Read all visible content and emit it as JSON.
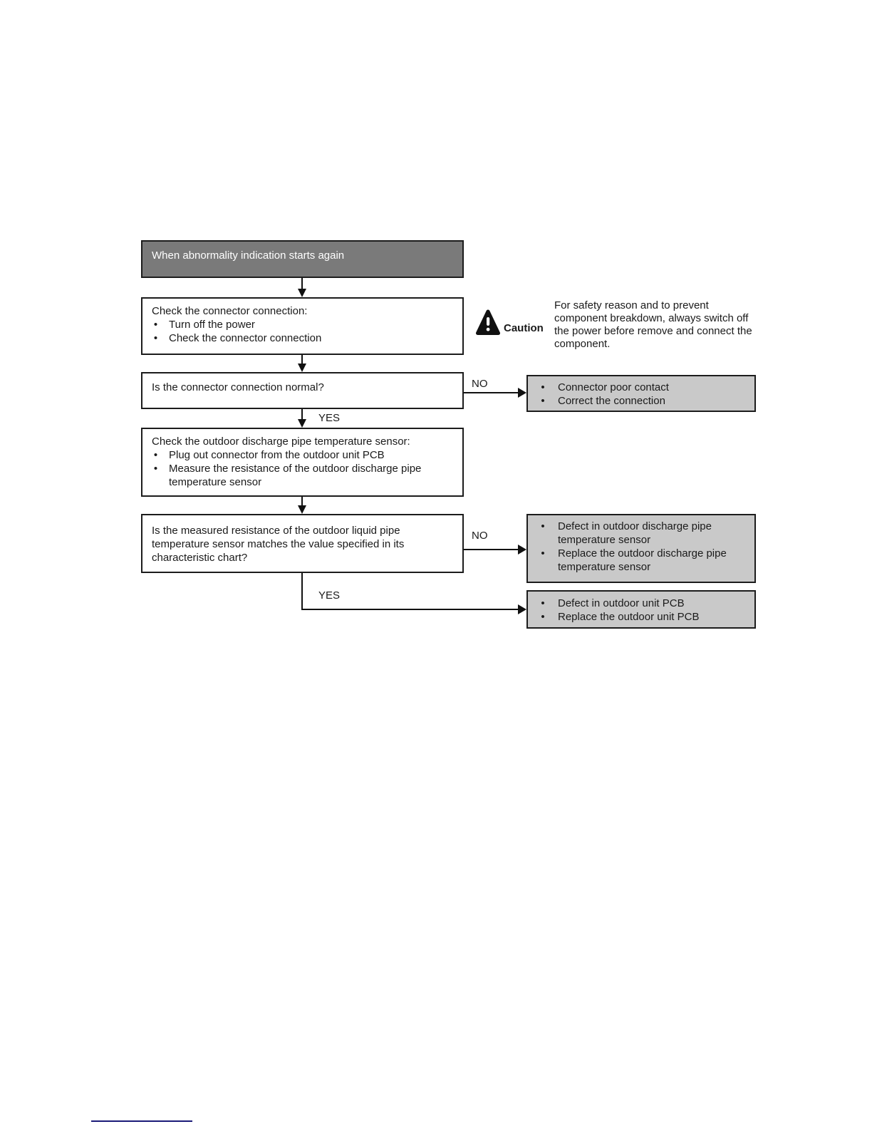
{
  "flowchart": {
    "start": {
      "label": "When abnormality indication starts again"
    },
    "check_connector": {
      "title": "Check the connector connection:",
      "bullets": [
        "Turn off the power",
        "Check the connector connection"
      ]
    },
    "caution": {
      "label": "Caution",
      "text": "For safety reason and to prevent component breakdown, always switch off the power before remove and connect the component."
    },
    "decision_connector": {
      "question": "Is the connector connection normal?",
      "no": "NO",
      "yes": "YES"
    },
    "result_connector": {
      "bullets": [
        "Connector poor contact",
        "Correct the connection"
      ]
    },
    "check_sensor": {
      "title": "Check the outdoor discharge pipe temperature sensor:",
      "bullets": [
        "Plug out connector from the outdoor unit PCB",
        "Measure the resistance of the outdoor discharge pipe temperature sensor"
      ]
    },
    "decision_resistance": {
      "question": "Is the measured resistance of the outdoor liquid pipe temperature sensor matches the value specified in its characteristic chart?",
      "no": "NO",
      "yes": "YES"
    },
    "result_sensor": {
      "bullets": [
        "Defect in outdoor discharge pipe temperature sensor",
        "Replace the outdoor discharge pipe temperature sensor"
      ]
    },
    "result_pcb": {
      "bullets": [
        "Defect in outdoor unit PCB",
        "Replace the outdoor unit PCB"
      ]
    }
  },
  "colors": {
    "start_fill": "#7a7a7a",
    "result_fill": "#c9c9c9",
    "border": "#1c1c1c",
    "footer_line": "#1b1b78"
  }
}
